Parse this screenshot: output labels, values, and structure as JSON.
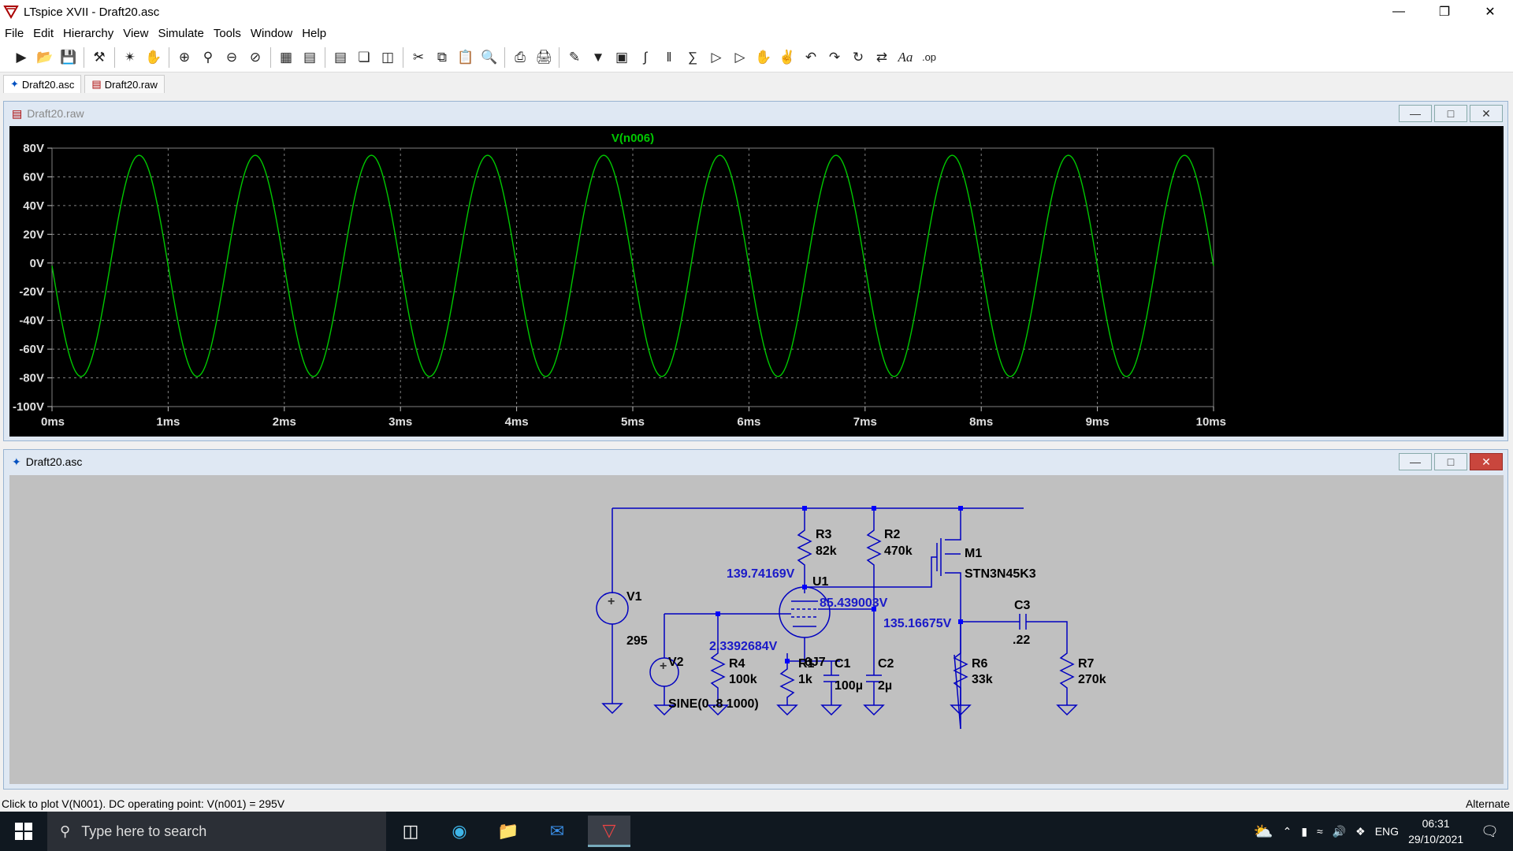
{
  "window": {
    "title": "LTspice XVII - Draft20.asc"
  },
  "menu": [
    "File",
    "Edit",
    "Hierarchy",
    "View",
    "Simulate",
    "Tools",
    "Window",
    "Help"
  ],
  "toolbar_icons": [
    "run-icon",
    "open-icon",
    "save-icon",
    "control-panel-icon",
    "halt-icon",
    "pan-hand-icon",
    "zoom-in-icon",
    "zoom-fit-icon",
    "zoom-out-icon",
    "zoom-cancel-icon",
    "autorange-icon",
    "mark-unref-icon",
    "tile-horizontal-icon",
    "cascade-icon",
    "tile-vertical-icon",
    "cut-icon",
    "copy-icon",
    "paste-icon",
    "find-icon",
    "print-setup-icon",
    "print-icon",
    "draw-wire-icon",
    "ground-icon",
    "label-net-icon",
    "resistor-icon",
    "capacitor-icon",
    "inductor-icon",
    "diode-icon",
    "component-icon",
    "move-icon",
    "drag-icon",
    "undo-icon",
    "redo-icon",
    "rotate-icon",
    "mirror-icon",
    "text-icon",
    "spice-directive-icon"
  ],
  "tabs": [
    {
      "label": "Draft20.asc",
      "icon": "schematic-icon"
    },
    {
      "label": "Draft20.raw",
      "icon": "waveform-icon"
    }
  ],
  "plot_window": {
    "title": "Draft20.raw"
  },
  "schematic_window": {
    "title": "Draft20.asc"
  },
  "chart_data": {
    "type": "line",
    "title": "V(n006)",
    "series": [
      {
        "name": "V(n006)",
        "color": "#00c800",
        "amplitude": 77,
        "offset": -2,
        "frequency_hz": 1000,
        "phase": "starts at 0V descending"
      }
    ],
    "x_ticks": [
      "0ms",
      "1ms",
      "2ms",
      "3ms",
      "4ms",
      "5ms",
      "6ms",
      "7ms",
      "8ms",
      "9ms",
      "10ms"
    ],
    "y_ticks": [
      "80V",
      "60V",
      "40V",
      "20V",
      "0V",
      "-20V",
      "-40V",
      "-60V",
      "-80V",
      "-100V"
    ],
    "xlim": [
      0,
      10
    ],
    "ylim": [
      -100,
      80
    ],
    "grid": true
  },
  "schematic": {
    "components": [
      {
        "ref": "V1",
        "value": "295"
      },
      {
        "ref": "V2",
        "value": "SINE(0 .8 1000)"
      },
      {
        "ref": "R3",
        "value": "82k"
      },
      {
        "ref": "R2",
        "value": "470k"
      },
      {
        "ref": "M1",
        "value": "STN3N45K3"
      },
      {
        "ref": "U1",
        "value": "6J7"
      },
      {
        "ref": "R4",
        "value": "100k"
      },
      {
        "ref": "R1",
        "value": "1k"
      },
      {
        "ref": "C1",
        "value": "100µ"
      },
      {
        "ref": "C2",
        "value": "2µ"
      },
      {
        "ref": "C3",
        "value": ".22"
      },
      {
        "ref": "R6",
        "value": "33k"
      },
      {
        "ref": "R7",
        "value": "270k"
      }
    ],
    "node_voltages": [
      "139.74169V",
      "85.439003V",
      "135.16675V",
      "2.3392684V"
    ]
  },
  "status": {
    "left": "Click to plot V(N001).  DC operating point: V(n001) = 295V",
    "right": "Alternate"
  },
  "taskbar": {
    "search_placeholder": "Type here to search",
    "lang": "ENG",
    "time": "06:31",
    "date": "29/10/2021"
  }
}
